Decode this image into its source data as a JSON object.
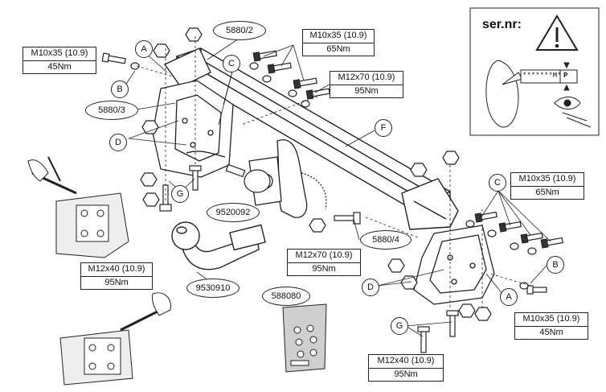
{
  "labels": {
    "A": "A",
    "B": "B",
    "C": "C",
    "D": "D",
    "F": "F",
    "G": "G"
  },
  "specs": {
    "bolt_top_left": {
      "size": "M10x35 (10.9)",
      "torque": "45Nm"
    },
    "bolt_top_mid": {
      "size": "M10x35 (10.9)",
      "torque": "65Nm"
    },
    "bolt_top_right": {
      "size": "M12x70 (10.9)",
      "torque": "95Nm"
    },
    "bolt_bottom_left": {
      "size": "M12x40 (10.9)",
      "torque": "95Nm"
    },
    "bolt_mid_center": {
      "size": "M12x70 (10.9)",
      "torque": "95Nm"
    },
    "bolt_right_mid": {
      "size": "M10x35 (10.9)",
      "torque": "65Nm"
    },
    "bolt_right_low": {
      "size": "M10x35 (10.9)",
      "torque": "45Nm"
    },
    "bolt_bottom_right": {
      "size": "M12x40 (10.9)",
      "torque": "95Nm"
    }
  },
  "parts": {
    "p5880_2": "5880/2",
    "p5880_3": "5880/3",
    "p5880_4": "5880/4",
    "p9520092": "9520092",
    "p9530910": "9530910",
    "p588080": "588080"
  },
  "serial_box": {
    "title": "ser.nr:",
    "code": "*******M*",
    "p": "P"
  },
  "colors": {
    "line": "#222222",
    "fill": "#ffffff",
    "shade": "#cfcfcf"
  }
}
